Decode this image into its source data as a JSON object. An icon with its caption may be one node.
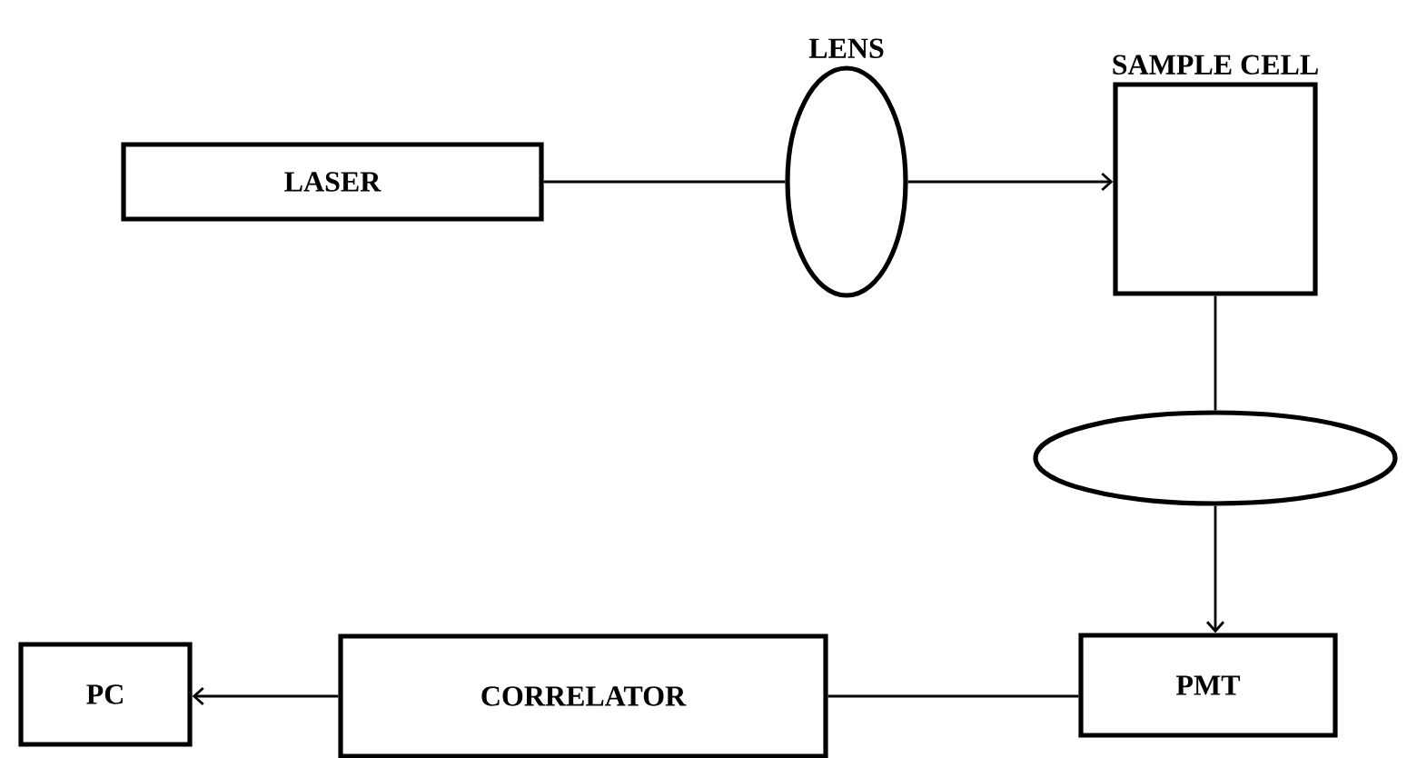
{
  "diagram": {
    "nodes": [
      {
        "text": [
          "LASER"
        ]
      },
      {
        "text": [
          "LENS"
        ]
      },
      {
        "text": [
          "SAMPLE CELL"
        ]
      },
      {
        "text": [],
        "shape": "ellipse"
      },
      {
        "text": [
          "PMT"
        ]
      },
      {
        "text": [
          "CORRELATOR"
        ]
      },
      {
        "text": [
          "PC"
        ]
      }
    ],
    "edges": [
      {
        "from": 0,
        "to": 1,
        "arrow": "none"
      },
      {
        "from": 1,
        "to": 2,
        "arrow": "to"
      },
      {
        "from": 2,
        "to": 3,
        "arrow": "none"
      },
      {
        "from": 3,
        "to": 4,
        "arrow": "to"
      },
      {
        "from": 4,
        "to": 5,
        "arrow": "none"
      },
      {
        "from": 5,
        "to": 6,
        "arrow": "to"
      }
    ]
  }
}
